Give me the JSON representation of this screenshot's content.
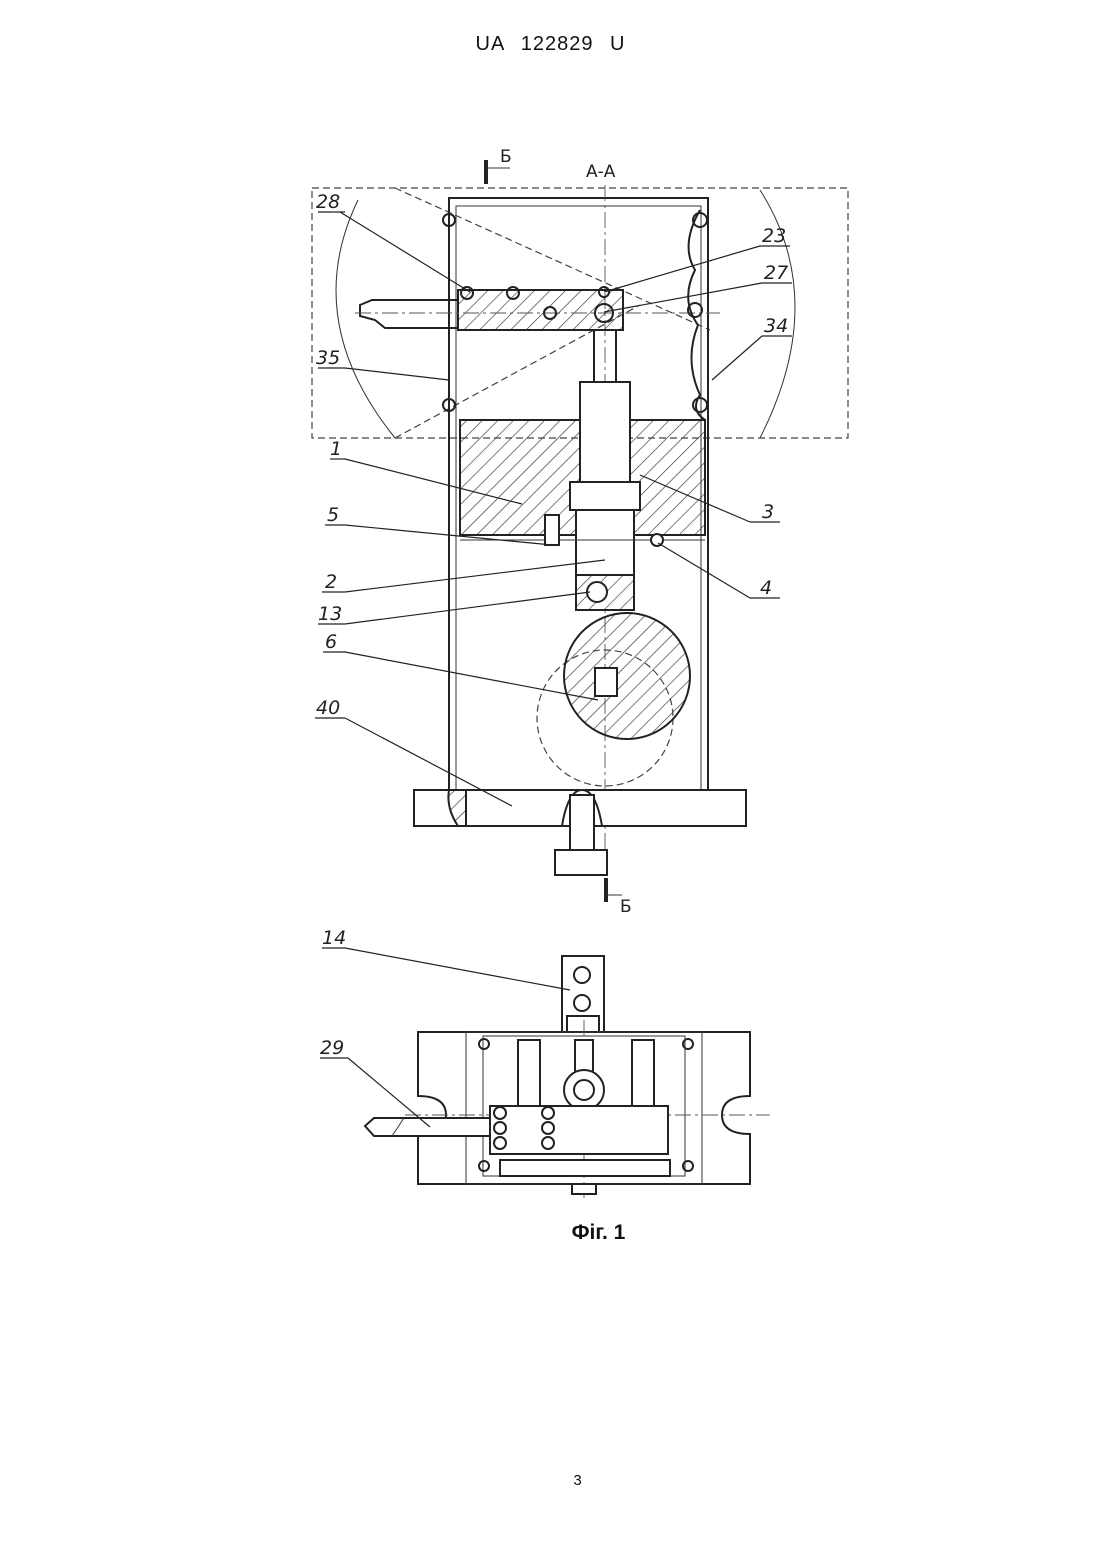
{
  "header": {
    "patent_number": "UA   122829   U"
  },
  "drawing": {
    "section_label": "А-А",
    "cut_mark_top": "Б",
    "cut_mark_bottom": "Б",
    "callouts": {
      "c28": "28",
      "c23": "23",
      "c27": "27",
      "c34": "34",
      "c35": "35",
      "c1": "1",
      "c3": "3",
      "c5": "5",
      "c2": "2",
      "c4": "4",
      "c13": "13",
      "c6": "6",
      "c40": "40",
      "c14": "14",
      "c29": "29"
    }
  },
  "caption": "Фіг. 1",
  "page_number": "3"
}
